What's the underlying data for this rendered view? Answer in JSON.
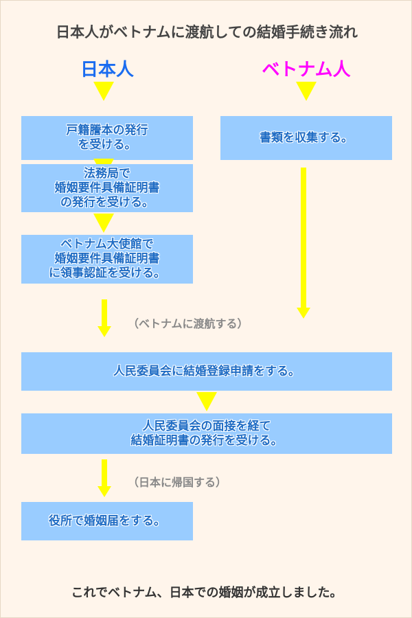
{
  "title": "日本人がベトナムに渡航しての結婚手続き流れ",
  "columns": {
    "japanese": "日本人",
    "vietnamese": "ベトナム人"
  },
  "colors": {
    "japanese": "#1a6cf0",
    "vietnamese": "#ff00ff",
    "box": "#99ccff",
    "arrow": "#ffff00"
  },
  "steps": {
    "koseki": [
      "戸籍謄本の発行",
      "を受ける。"
    ],
    "documents": "書類を収集する。",
    "legal_affairs": [
      "法務局で",
      "婚姻要件具備証明書",
      "の発行を受ける。"
    ],
    "embassy": [
      "ベトナム大使館で",
      "婚姻要件具備証明書",
      "に領事認証を受ける。"
    ],
    "registration": "人民委員会に結婚登録申請をする。",
    "interview": [
      "人民委員会の面接を経て",
      "結婚証明書の発行を受ける。"
    ],
    "city_office": "役所で婚姻届をする。"
  },
  "notes": {
    "travel": "（ベトナムに渡航する）",
    "return": "（日本に帰国する）"
  },
  "footer": "これでベトナム、日本での婚姻が成立しました。"
}
